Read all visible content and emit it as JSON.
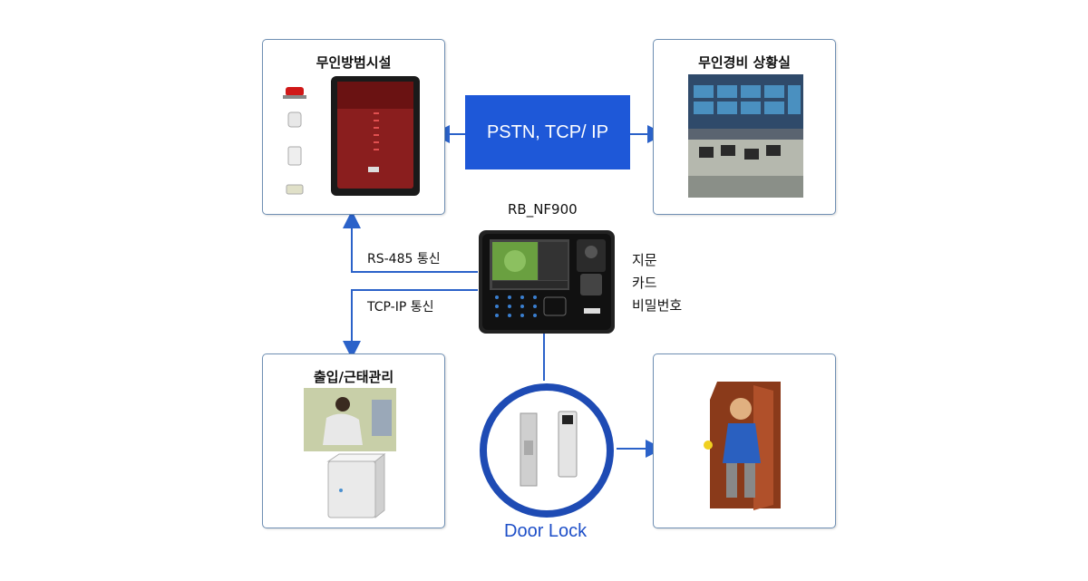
{
  "boxes": {
    "unmanned_security": {
      "title": "무인방범시설"
    },
    "control_room": {
      "title": "무인경비 상황실"
    },
    "access_attendance": {
      "title": "출입/근태관리"
    }
  },
  "pstn": {
    "label": "PSTN, TCP/ IP"
  },
  "device": {
    "name": "RB_NF900"
  },
  "links": {
    "rs485": "RS-485 통신",
    "tcpip": "TCP-IP 통신"
  },
  "auth_methods": [
    "지문",
    "카드",
    "비밀번호"
  ],
  "door_lock": {
    "label": "Door Lock"
  },
  "colors": {
    "accent": "#1e58d8",
    "line": "#2b62c9",
    "border": "#6f8fb3"
  }
}
